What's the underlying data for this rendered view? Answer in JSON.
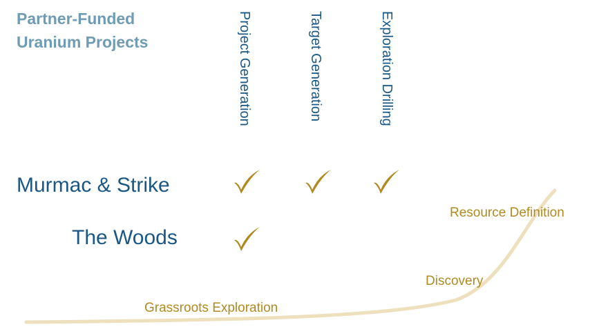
{
  "title": {
    "line1": "Partner-Funded",
    "line2": "Uranium Projects"
  },
  "columns": [
    "Project Generation",
    "Target Generation",
    "Exploration Drilling"
  ],
  "projects": [
    {
      "name": "Murmac & Strike",
      "checks": [
        true,
        true,
        true
      ]
    },
    {
      "name": "The Woods",
      "checks": [
        true,
        false,
        false
      ]
    }
  ],
  "stages": [
    "Grassroots Exploration",
    "Discovery",
    "Resource Definition"
  ],
  "colors": {
    "title": "#6f9bb3",
    "text_primary": "#1a5784",
    "check": "#b08a20",
    "stage_text": "#b08a20",
    "curve": "#eee0bd"
  }
}
